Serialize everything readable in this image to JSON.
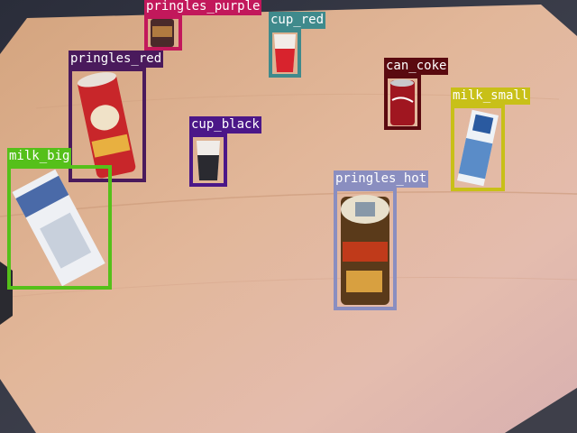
{
  "detections": [
    {
      "label": "pringles_purple",
      "color": "#c2185b"
    },
    {
      "label": "cup_red",
      "color": "#3f8a8c"
    },
    {
      "label": "pringles_red",
      "color": "#4a1a5c"
    },
    {
      "label": "can_coke",
      "color": "#5a0a10"
    },
    {
      "label": "milk_small",
      "color": "#c8c018"
    },
    {
      "label": "cup_black",
      "color": "#4b1788"
    },
    {
      "label": "milk_big",
      "color": "#55c01a"
    },
    {
      "label": "pringles_hot",
      "color": "#8a8ec0"
    }
  ]
}
